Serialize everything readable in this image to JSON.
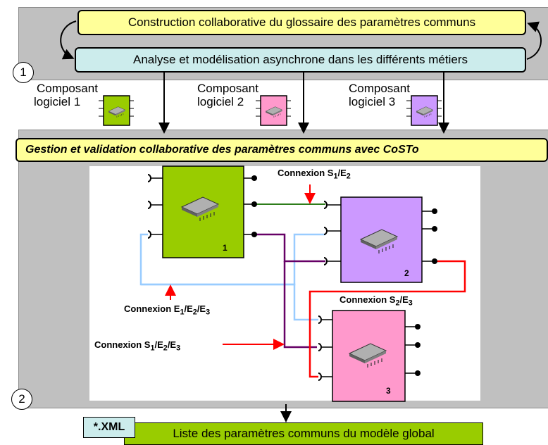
{
  "top": {
    "step1_title": "Construction collaborative du glossaire des paramètres communs",
    "step2_title": "Analyse et modélisation asynchrone dans les différents métiers",
    "marker": "1"
  },
  "components": [
    {
      "label_line1": "Composant",
      "label_line2": "logiciel 1",
      "color": "#99cc00"
    },
    {
      "label_line1": "Composant",
      "label_line2": "logiciel 2",
      "color": "#ff99cc"
    },
    {
      "label_line1": "Composant",
      "label_line2": "logiciel 3",
      "color": "#cc99ff"
    }
  ],
  "middle": {
    "banner": "Gestion et validation  collaborative des paramètres communs avec CoSTo",
    "marker": "2",
    "blocks": [
      {
        "number": "1",
        "color": "#99cc00"
      },
      {
        "number": "2",
        "color": "#cc99ff"
      },
      {
        "number": "3",
        "color": "#ff99cc"
      }
    ],
    "connections": {
      "s1e2": {
        "prefix": "Connexion S",
        "s1": "1",
        "mid": "/E",
        "s2": "2"
      },
      "e1e2e3": {
        "prefix": "Connexion E",
        "s1": "1",
        "mid1": "/E",
        "s2": "2",
        "mid2": "/E",
        "s3": "3"
      },
      "s2e3": {
        "prefix": "Connexion S",
        "s1": "2",
        "mid": "/E",
        "s2": "3"
      },
      "s1e2e3": {
        "prefix": "Connexion S",
        "s1": "1",
        "mid1": "/E",
        "s2": "2",
        "mid2": "/E",
        "s3": "3"
      }
    },
    "line_colors": {
      "green": "#2e7d1b",
      "purple": "#660066",
      "lightblue": "#99ccff",
      "red": "#ff0000"
    }
  },
  "bottom": {
    "xml_tag": "*.XML",
    "result": "Liste des paramètres communs du modèle global"
  }
}
